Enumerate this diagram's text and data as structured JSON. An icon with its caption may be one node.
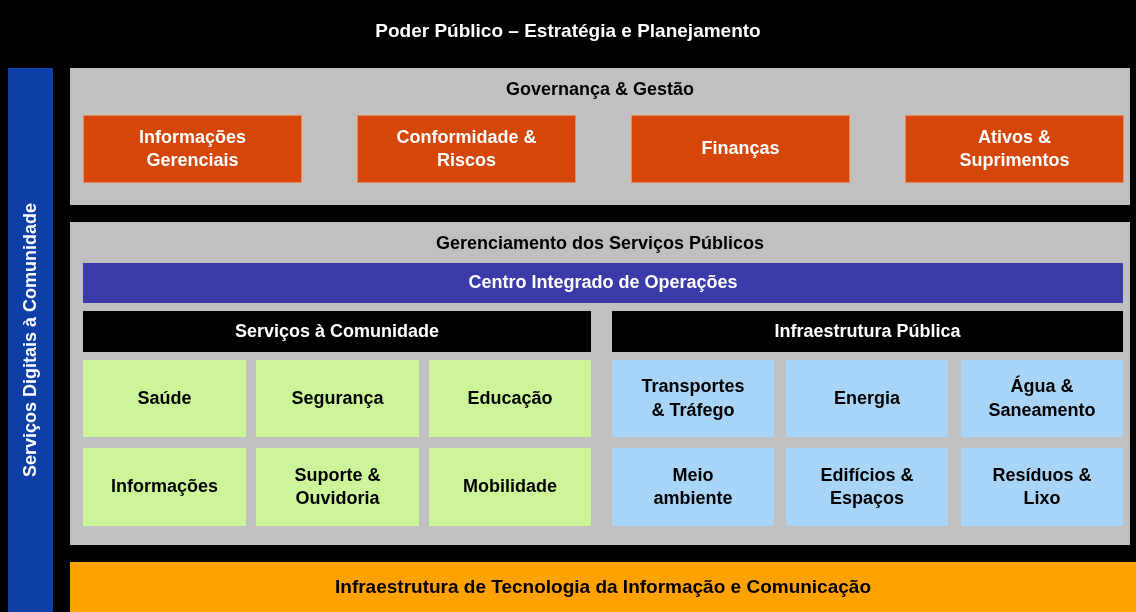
{
  "diagram": {
    "nodes": [
      {
        "text": [
          "Poder Público – Estratégia e Planejamento"
        ]
      },
      {
        "text": [
          "Serviços Digitais à Comunidade"
        ]
      },
      {
        "text": [
          "Governança & Gestão"
        ]
      },
      {
        "text": [
          "Informações Gerenciais"
        ],
        "in": 2
      },
      {
        "text": [
          "Conformidade & Riscos"
        ],
        "in": 2
      },
      {
        "text": [
          "Finanças"
        ],
        "in": 2
      },
      {
        "text": [
          "Ativos & Suprimentos"
        ],
        "in": 2
      },
      {
        "text": [
          "Gerenciamento dos Serviços Públicos"
        ]
      },
      {
        "text": [
          "Centro Integrado de Operações"
        ],
        "in": 7
      },
      {
        "text": [
          "Serviços à Comunidade"
        ],
        "in": 7
      },
      {
        "text": [
          "Infraestrutura Pública"
        ],
        "in": 7
      },
      {
        "text": [
          "Saúde"
        ],
        "in": 7
      },
      {
        "text": [
          "Segurança"
        ],
        "in": 7
      },
      {
        "text": [
          "Educação"
        ],
        "in": 7
      },
      {
        "text": [
          "Informações"
        ],
        "in": 7
      },
      {
        "text": [
          "Suporte & Ouvidoria"
        ],
        "in": 7
      },
      {
        "text": [
          "Mobilidade"
        ],
        "in": 7
      },
      {
        "text": [
          "Transportes & Tráfego"
        ],
        "in": 7
      },
      {
        "text": [
          "Energia"
        ],
        "in": 7
      },
      {
        "text": [
          "Água & Saneamento"
        ],
        "in": 7
      },
      {
        "text": [
          "Meio ambiente"
        ],
        "in": 7
      },
      {
        "text": [
          "Edifícios & Espaços"
        ],
        "in": 7
      },
      {
        "text": [
          "Resíduos & Lixo"
        ],
        "in": 7
      },
      {
        "text": [
          "Infraestrutura de Tecnologia da Informação e Comunicação"
        ]
      }
    ]
  }
}
